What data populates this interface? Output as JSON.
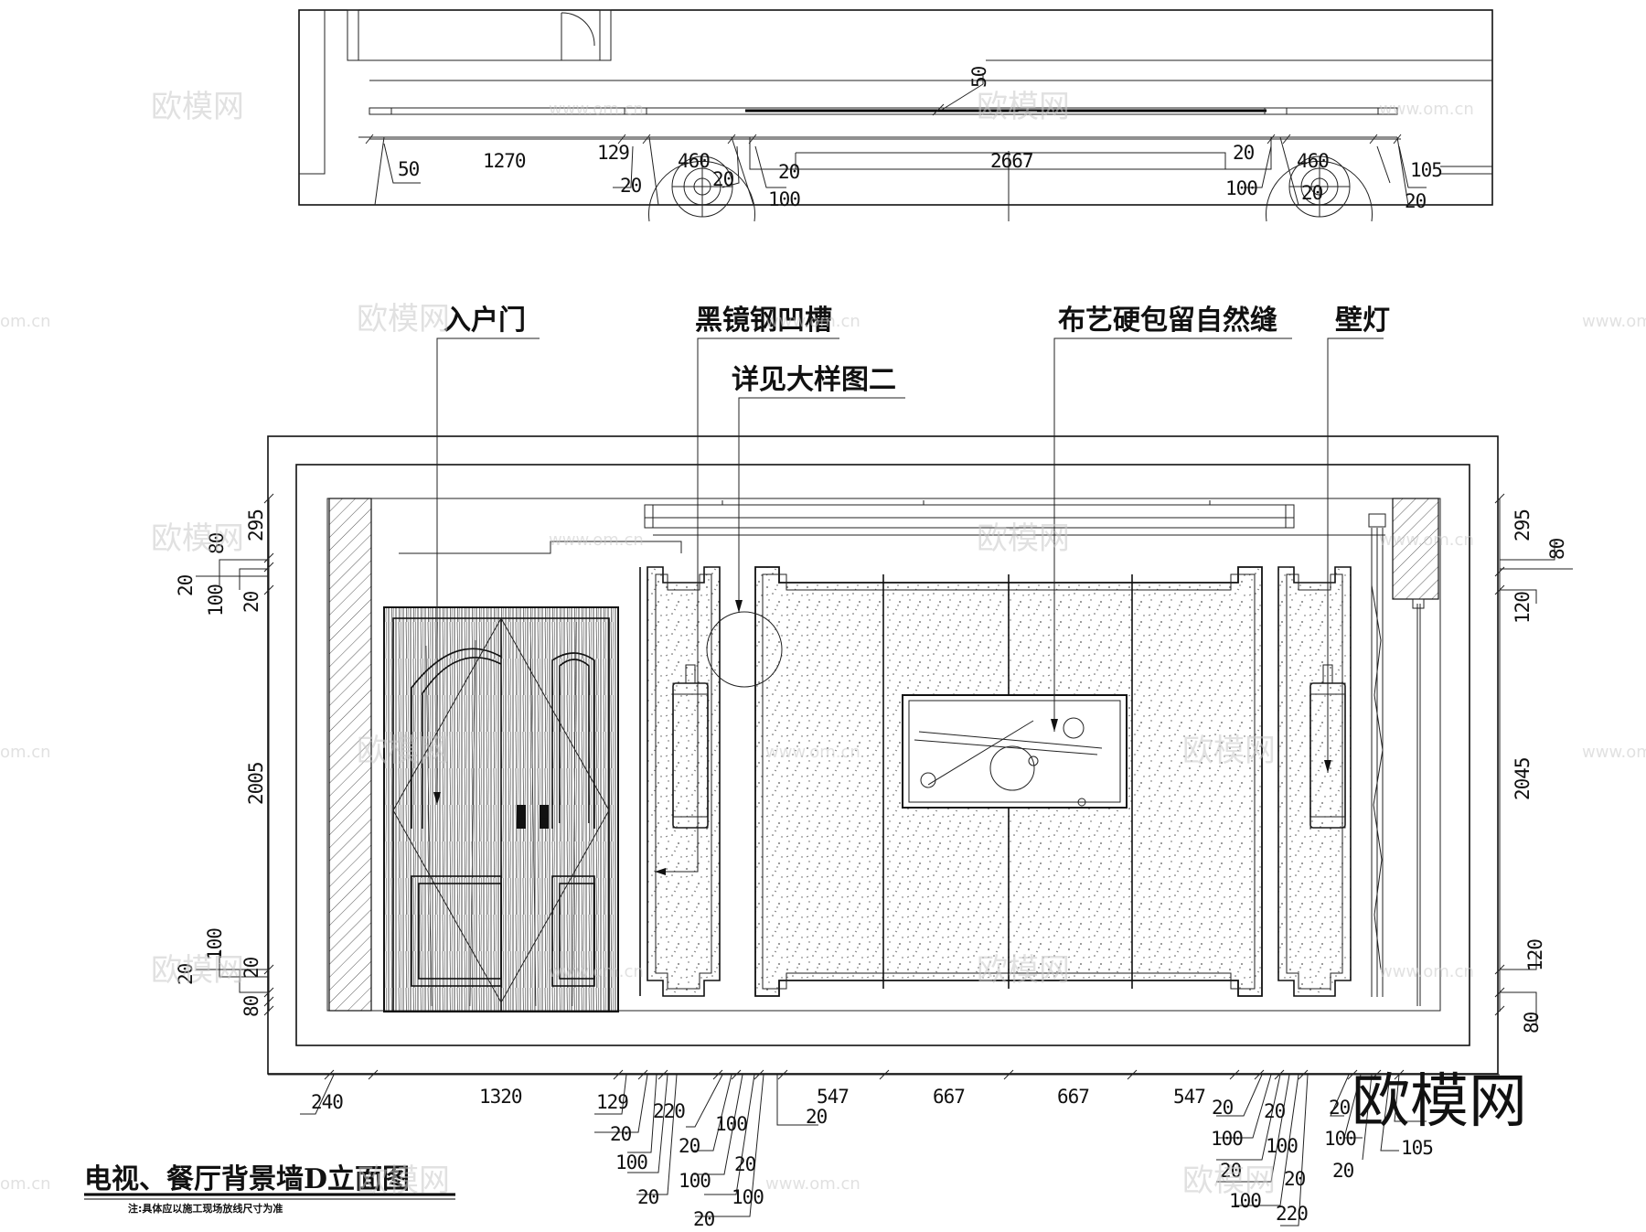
{
  "callouts": {
    "entry_door": "入户门",
    "black_mirror_groove": "黑镜钢凹槽",
    "detail_ref": "详见大样图二",
    "fabric_panel": "布艺硬包留自然缝",
    "wall_lamp": "壁灯"
  },
  "title": "电视、餐厅背景墙D立面图",
  "note": "注:具体应以施工现场放线尺寸为准",
  "watermark": {
    "brand": "欧模网",
    "url": "www.om.cn",
    "short": "om.cn"
  },
  "plan_dims": {
    "d50_left": "50",
    "d1270": "1270",
    "d129": "129",
    "d460_left": "460",
    "d20_a": "20",
    "d20_b": "20",
    "d20_c": "20",
    "d100_a": "100",
    "d2667": "2667",
    "d50_diag": "50",
    "d20_d": "20",
    "d100_b": "100",
    "d460_right": "460",
    "d20_e": "20",
    "d105": "105",
    "d20_f": "20"
  },
  "left_dims": {
    "d295": "295",
    "d80_top": "80",
    "d20_1": "20",
    "d100_1": "100",
    "d20_2": "20",
    "d2005": "2005",
    "d100_2": "100",
    "d20_3": "20",
    "d20_4": "20",
    "d80_bottom": "80"
  },
  "right_dims": {
    "d295": "295",
    "d80_top": "80",
    "d120_top": "120",
    "d2045": "2045",
    "d120_bottom": "120",
    "d80_bottom": "80"
  },
  "bottom_dims": {
    "d240": "240",
    "d1320": "1320",
    "d129": "129",
    "d220": "220",
    "d547_left": "547",
    "d667_a": "667",
    "d667_b": "667",
    "d547_right": "547",
    "left_cluster": [
      "20",
      "100",
      "20",
      "20",
      "100",
      "100",
      "20",
      "20",
      "100",
      "20"
    ],
    "right_cluster": [
      "20",
      "100",
      "20",
      "100",
      "100",
      "20",
      "20",
      "20",
      "100",
      "220",
      "20",
      "105"
    ]
  },
  "colors": {
    "line": "#111111",
    "stipple": "#555555",
    "hatch": "#444444",
    "watermark": "#c9c9c9"
  }
}
